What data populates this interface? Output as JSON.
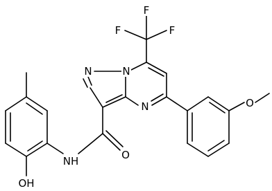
{
  "molecule": {
    "atoms": {
      "f_top": "F",
      "f_left": "F",
      "f_right": "F",
      "n_pyrazole": "N",
      "n_bridge": "N",
      "n_pyrimidine": "N",
      "o_methoxy": "O",
      "o_carbonyl": "O",
      "nh_amide": "NH",
      "oh_hydroxy": "OH"
    }
  }
}
